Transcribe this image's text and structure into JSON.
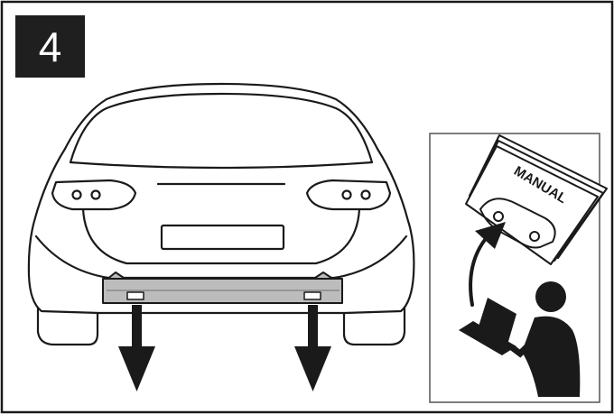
{
  "step": {
    "number": "4"
  },
  "manual": {
    "cover_text": "MANUAL"
  },
  "colors": {
    "outline": "#1a1a1a",
    "badge": "#1f1f1f",
    "bumper_fill": "#bcbcbc",
    "panel_border": "#555555",
    "background": "#ffffff"
  },
  "icons": [
    "car-rear-illustration",
    "bumper-removal-arrow-icon",
    "manual-book-icon",
    "person-with-laptop-icon",
    "curved-arrow-icon"
  ]
}
